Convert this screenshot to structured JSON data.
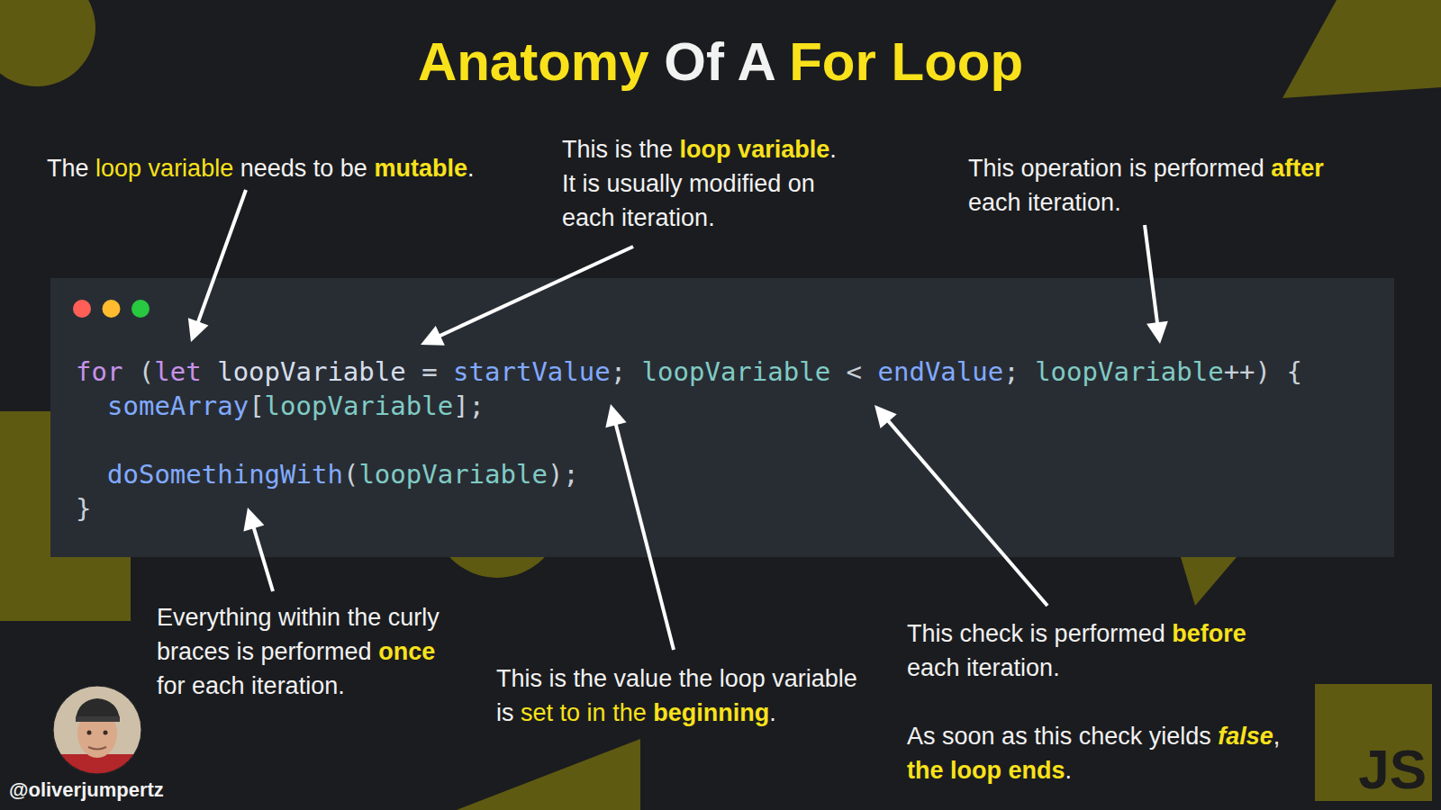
{
  "diagram": {
    "title": "Anatomy Of A For Loop",
    "nodes": [
      {
        "text": [
          "for (let loopVariable = startValue; loopVariable < endValue; loopVariable++) {",
          "someArray[loopVariable];",
          "doSomethingWith(loopVariable);",
          "}"
        ]
      },
      {
        "text": [
          "JS"
        ]
      }
    ],
    "labels": [
      "The loop variable needs to be mutable.",
      "This is the loop variable. It is usually modified on each iteration.",
      "This operation is performed after each iteration.",
      "Everything within the curly braces is performed once for each iteration.",
      "This is the value the loop variable is set to in the beginning.",
      "This check is performed before each iteration.",
      "As soon as this check yields false, the loop ends.",
      "@oliverjumpertz"
    ]
  }
}
